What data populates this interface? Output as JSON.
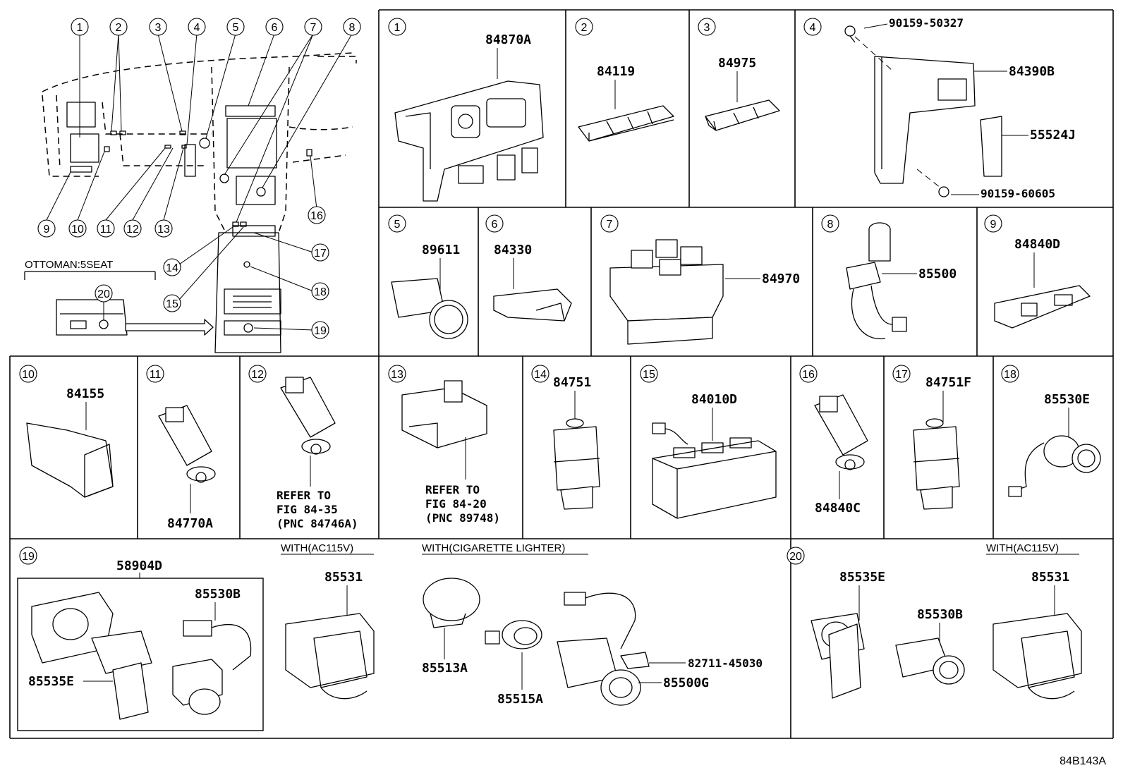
{
  "figure_id": "84B143A",
  "overview": {
    "callouts": [
      "1",
      "2",
      "3",
      "4",
      "5",
      "6",
      "7",
      "8",
      "9",
      "10",
      "11",
      "12",
      "13",
      "14",
      "15",
      "16",
      "17",
      "18",
      "19",
      "20"
    ],
    "ottoman_label": "OTTOMAN:5SEAT"
  },
  "cells": [
    {
      "index": "1",
      "parts": [
        "84870A"
      ]
    },
    {
      "index": "2",
      "parts": [
        "84119"
      ]
    },
    {
      "index": "3",
      "parts": [
        "84975"
      ]
    },
    {
      "index": "4",
      "parts": [
        "90159-50327",
        "84390B",
        "55524J",
        "90159-60605"
      ]
    },
    {
      "index": "5",
      "parts": [
        "89611"
      ]
    },
    {
      "index": "6",
      "parts": [
        "84330"
      ]
    },
    {
      "index": "7",
      "parts": [
        "84970"
      ]
    },
    {
      "index": "8",
      "parts": [
        "85500"
      ]
    },
    {
      "index": "9",
      "parts": [
        "84840D"
      ]
    },
    {
      "index": "10",
      "parts": [
        "84155"
      ]
    },
    {
      "index": "11",
      "parts": [
        "84770A"
      ]
    },
    {
      "index": "12",
      "parts": [],
      "note": [
        "REFER TO",
        "FIG 84-35",
        "(PNC 84746A)"
      ]
    },
    {
      "index": "13",
      "parts": [],
      "note": [
        "REFER TO",
        "FIG 84-20",
        "(PNC 89748)"
      ]
    },
    {
      "index": "14",
      "parts": [
        "84751"
      ]
    },
    {
      "index": "15",
      "parts": [
        "84010D"
      ]
    },
    {
      "index": "16",
      "parts": [
        "84840C"
      ]
    },
    {
      "index": "17",
      "parts": [
        "84751F"
      ]
    },
    {
      "index": "18",
      "parts": [
        "85530E"
      ]
    },
    {
      "index": "19",
      "parts": [
        "58904D",
        "85530B",
        "85535E",
        "85531",
        "85513A",
        "85515A",
        "82711-45030",
        "85500G"
      ],
      "conditions": [
        "WITH(AC115V)",
        "WITH(CIGARETTE LIGHTER)"
      ]
    },
    {
      "index": "20",
      "parts": [
        "85535E",
        "85530B",
        "85531"
      ],
      "conditions": [
        "WITH(AC115V)"
      ]
    }
  ]
}
